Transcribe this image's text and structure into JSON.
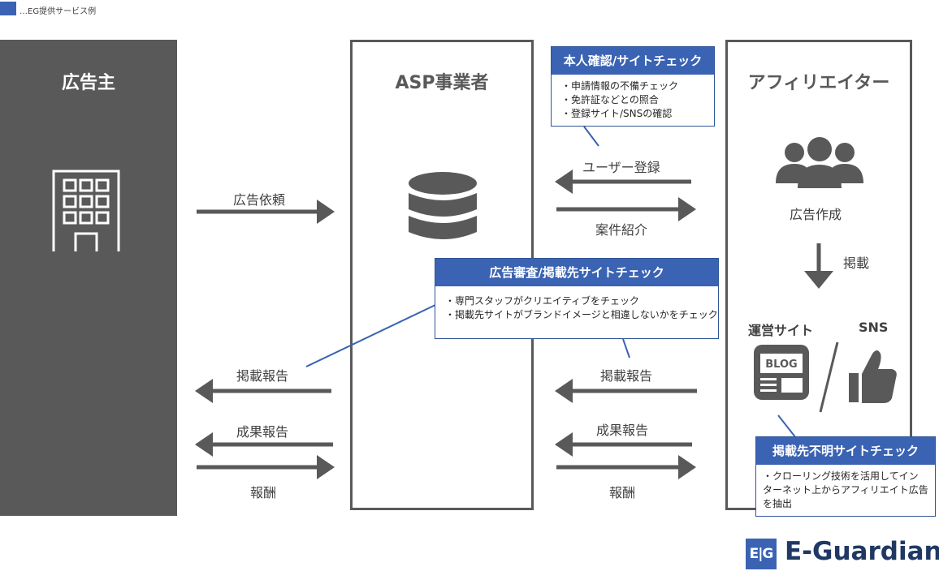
{
  "legend": {
    "label": "…EG提供サービス例",
    "color": "#3a63b3"
  },
  "columns": {
    "advertiser": {
      "title": "広告主",
      "fill": "#595959"
    },
    "asp": {
      "title": "ASP事業者"
    },
    "affiliate": {
      "title": "アフィリエイター"
    }
  },
  "flows": {
    "ad_request": "広告依頼",
    "user_registration": "ユーザー登録",
    "case_intro": "案件紹介",
    "ad_creation": "広告作成",
    "posting": "掲載",
    "posting_report_left": "掲載報告",
    "posting_report_right": "掲載報告",
    "result_report_left": "成果報告",
    "result_report_right": "成果報告",
    "reward_left": "報酬",
    "reward_right": "報酬"
  },
  "affiliate_media": {
    "site": "運営サイト",
    "sns": "SNS",
    "blog_icon_text": "BLOG"
  },
  "callouts": {
    "identity": {
      "title": "本人確認/サイトチェック",
      "items": [
        "申請情報の不備チェック",
        "免許証などとの照合",
        "登録サイト/SNSの確認"
      ]
    },
    "review": {
      "title": "広告審査/掲載先サイトチェック",
      "items": [
        "専門スタッフがクリエイティブをチェック",
        "掲載先サイトがブランドイメージと相違しないかをチェック"
      ]
    },
    "unknown": {
      "title": "掲載先不明サイトチェック",
      "lines": [
        "・クローリング技術を活用してイン",
        "ターネット上からアフィリエイト広告",
        "を抽出"
      ]
    }
  },
  "logo": {
    "mark": "E|G",
    "text": "E-Guardian"
  },
  "colors": {
    "accent": "#3a63b3",
    "arrow": "#595959",
    "dark": "#595959"
  }
}
